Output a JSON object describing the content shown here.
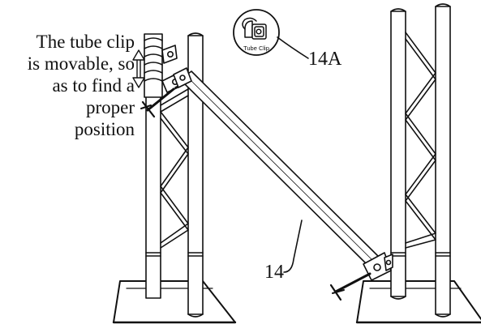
{
  "annotation": {
    "lines": [
      "The tube clip",
      "is movable, so",
      "as to find a",
      "proper",
      "position"
    ]
  },
  "callouts": {
    "tube_clip_caption": "Tube Clip",
    "part_14a": "14A",
    "part_14": "14"
  },
  "colors": {
    "ink": "#111111",
    "background": "#ffffff"
  },
  "icons": {
    "move_arrow": "double-arrow-up-down"
  }
}
